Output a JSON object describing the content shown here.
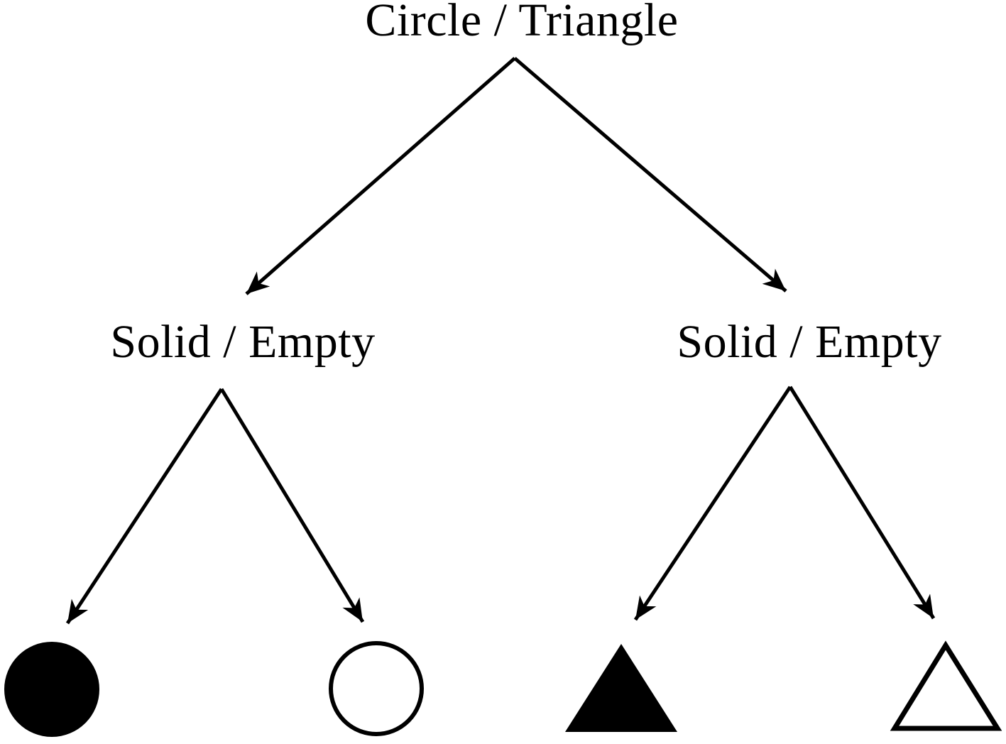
{
  "diagram": {
    "type": "decision-tree",
    "root": {
      "label": "Circle / Triangle"
    },
    "branches": [
      {
        "label": "Solid / Empty",
        "side": "left",
        "parent": "Circle / Triangle"
      },
      {
        "label": "Solid / Empty",
        "side": "right",
        "parent": "Circle / Triangle"
      }
    ],
    "leaves": [
      {
        "name": "solid-circle",
        "shape": "circle",
        "style": "solid"
      },
      {
        "name": "empty-circle",
        "shape": "circle",
        "style": "empty"
      },
      {
        "name": "solid-triangle",
        "shape": "triangle",
        "style": "solid"
      },
      {
        "name": "empty-triangle",
        "shape": "triangle",
        "style": "empty"
      }
    ],
    "colors": {
      "ink": "#000000",
      "background": "#ffffff"
    }
  }
}
